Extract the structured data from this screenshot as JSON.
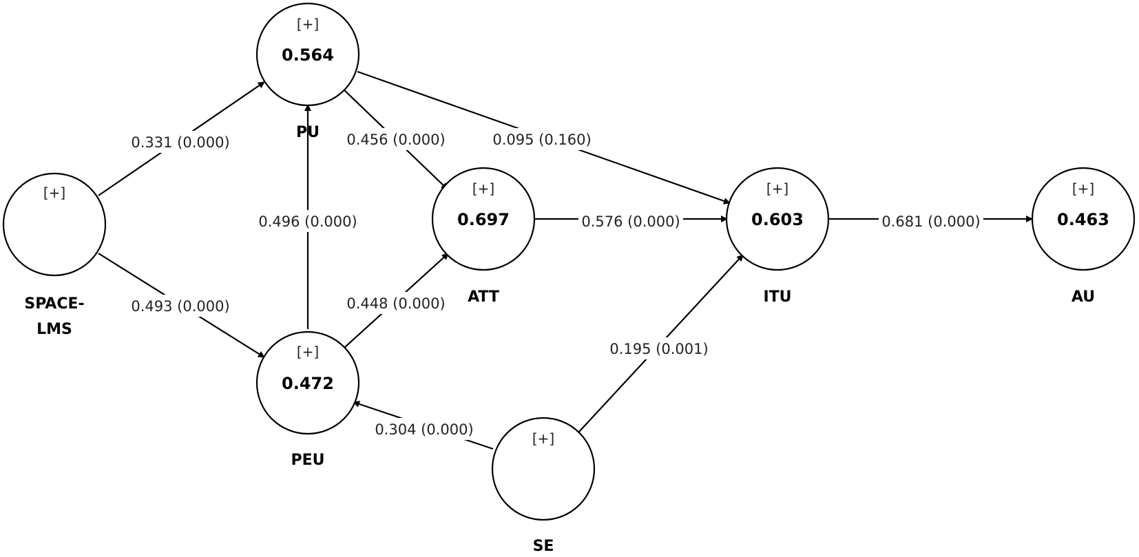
{
  "expand_marker": "[+]",
  "nodes": {
    "space_lms": {
      "label_line1": "SPACE-",
      "label_line2": "LMS",
      "value": ""
    },
    "pu": {
      "label": "PU",
      "value": "0.564"
    },
    "peu": {
      "label": "PEU",
      "value": "0.472"
    },
    "att": {
      "label": "ATT",
      "value": "0.697"
    },
    "itu": {
      "label": "ITU",
      "value": "0.603"
    },
    "au": {
      "label": "AU",
      "value": "0.463"
    },
    "se": {
      "label": "SE",
      "value": ""
    }
  },
  "edges": {
    "space_lms_pu": "0.331 (0.000)",
    "space_lms_peu": "0.493 (0.000)",
    "peu_pu": "0.496 (0.000)",
    "pu_att": "0.456 (0.000)",
    "peu_att": "0.448 (0.000)",
    "pu_itu": "0.095 (0.160)",
    "att_itu": "0.576 (0.000)",
    "itu_au": "0.681 (0.000)",
    "se_itu": "0.195 (0.001)",
    "se_peu": "0.304 (0.000)"
  }
}
